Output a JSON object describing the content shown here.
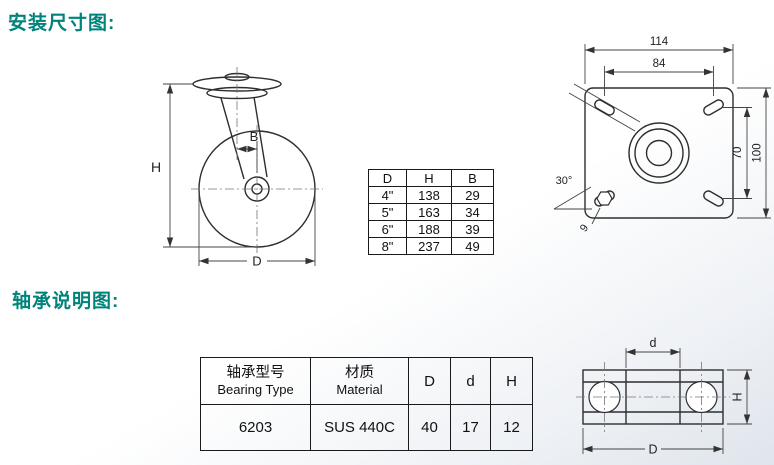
{
  "page": {
    "section1_title": "安装尺寸图:",
    "section2_title": "轴承说明图:"
  },
  "caster_drawing": {
    "h_label": "H",
    "b_label": "B",
    "d_label": "D"
  },
  "dimension_table": {
    "headers": [
      "D",
      "H",
      "B"
    ],
    "rows": [
      [
        "4\"",
        "138",
        "29"
      ],
      [
        "5\"",
        "163",
        "34"
      ],
      [
        "6\"",
        "188",
        "39"
      ],
      [
        "8\"",
        "237",
        "49"
      ]
    ]
  },
  "plate_drawing": {
    "overall_width": "114",
    "hole_spacing_width": "84",
    "hole_spacing_height": "70",
    "overall_height": "100",
    "slot_angle": "30°",
    "slot_width": "9"
  },
  "bearing_table": {
    "col1_zh": "轴承型号",
    "col1_en": "Bearing Type",
    "col2_zh": "材质",
    "col2_en": "Material",
    "col3": "D",
    "col4": "d",
    "col5": "H",
    "row": {
      "model": "6203",
      "material": "SUS 440C",
      "D": "40",
      "d": "17",
      "H": "12"
    }
  },
  "bearing_drawing": {
    "d_label": "d",
    "D_label": "D",
    "H_label": "H"
  },
  "colors": {
    "heading": "#00837B",
    "line": "#2E2E2E"
  }
}
